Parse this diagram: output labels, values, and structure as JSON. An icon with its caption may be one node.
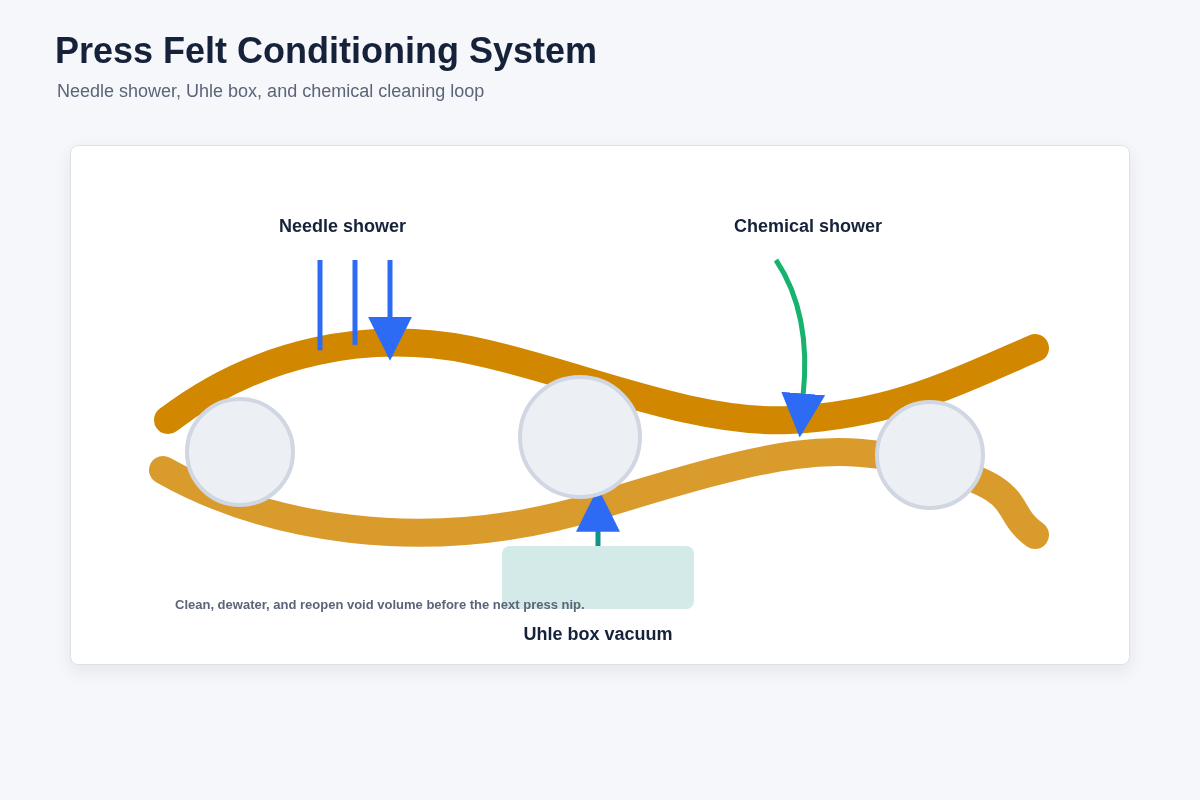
{
  "diagram": {
    "title": "Press Felt Conditioning System",
    "caption": "Needle shower, Uhle box, and chemical cleaning loop",
    "nodes": [
      {
        "text": [
          "Needle shower"
        ]
      },
      {
        "text": [],
        "shape": "band"
      },
      {
        "text": [],
        "shape": "band"
      },
      {
        "text": [
          "Chemical shower"
        ]
      },
      {
        "text": [
          "Uhle box vacuum"
        ]
      },
      {
        "text": [],
        "shape": "circle"
      },
      {
        "text": [],
        "shape": "circle"
      },
      {
        "text": [],
        "shape": "circle"
      }
    ],
    "edges": [
      {
        "from": 0,
        "to": 1,
        "arrow": "none"
      },
      {
        "from": 0,
        "to": 1,
        "arrow": "none"
      },
      {
        "from": 0,
        "to": 1,
        "arrow": "to"
      },
      {
        "from": 3,
        "to": 1,
        "arrow": "to",
        "color": "#16b36e"
      },
      {
        "from": 4,
        "to": 2,
        "arrow": "to",
        "color": "#0f9488"
      }
    ],
    "labels": [
      "Clean, dewater, and reopen void volume before the next press nip."
    ]
  }
}
